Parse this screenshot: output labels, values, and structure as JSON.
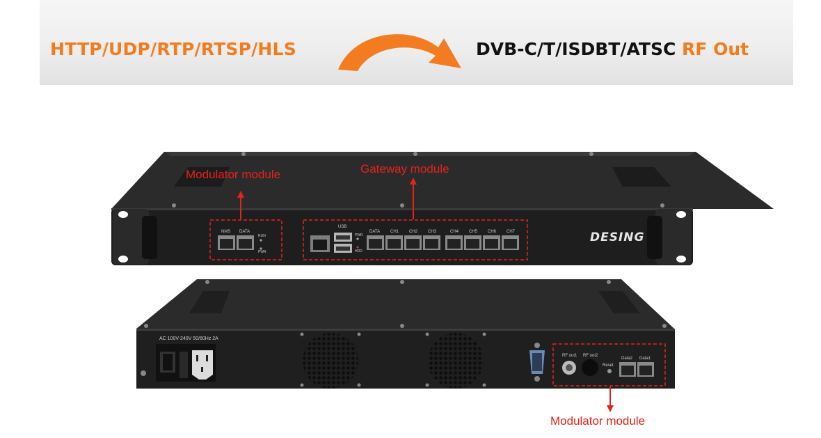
{
  "banner": {
    "input_protocols": "HTTP/UDP/RTP/RTSP/HLS",
    "output_standards": "DVB-C/T/ISDBT/ATSC",
    "output_suffix": "RF Out"
  },
  "front_panel": {
    "annotation_modulator": "Modulator module",
    "annotation_gateway": "Gateway module",
    "brand": "DESING",
    "port_nms": "NMS",
    "port_data": "DATA",
    "led_run": "RUN",
    "led_pwr": "PWR",
    "usb": "USB",
    "led_pwr2": "PWR",
    "led_hdd": "HDD",
    "gw_data": "DATA",
    "channels": [
      "CH1",
      "CH2",
      "CH3",
      "CH4",
      "CH5",
      "CH6",
      "CH7"
    ]
  },
  "rear_panel": {
    "power_spec": "AC 100V-240V 50/60Hz 2A",
    "rf_out1": "RF out1",
    "rf_out2": "RF out2",
    "reset": "Reset",
    "data2": "Data2",
    "data1": "Data1",
    "annotation_modulator": "Modulator module"
  },
  "colors": {
    "accent_orange": "#f47c20",
    "annotation_red": "#e5231b",
    "chassis": "#2a2a2a"
  }
}
